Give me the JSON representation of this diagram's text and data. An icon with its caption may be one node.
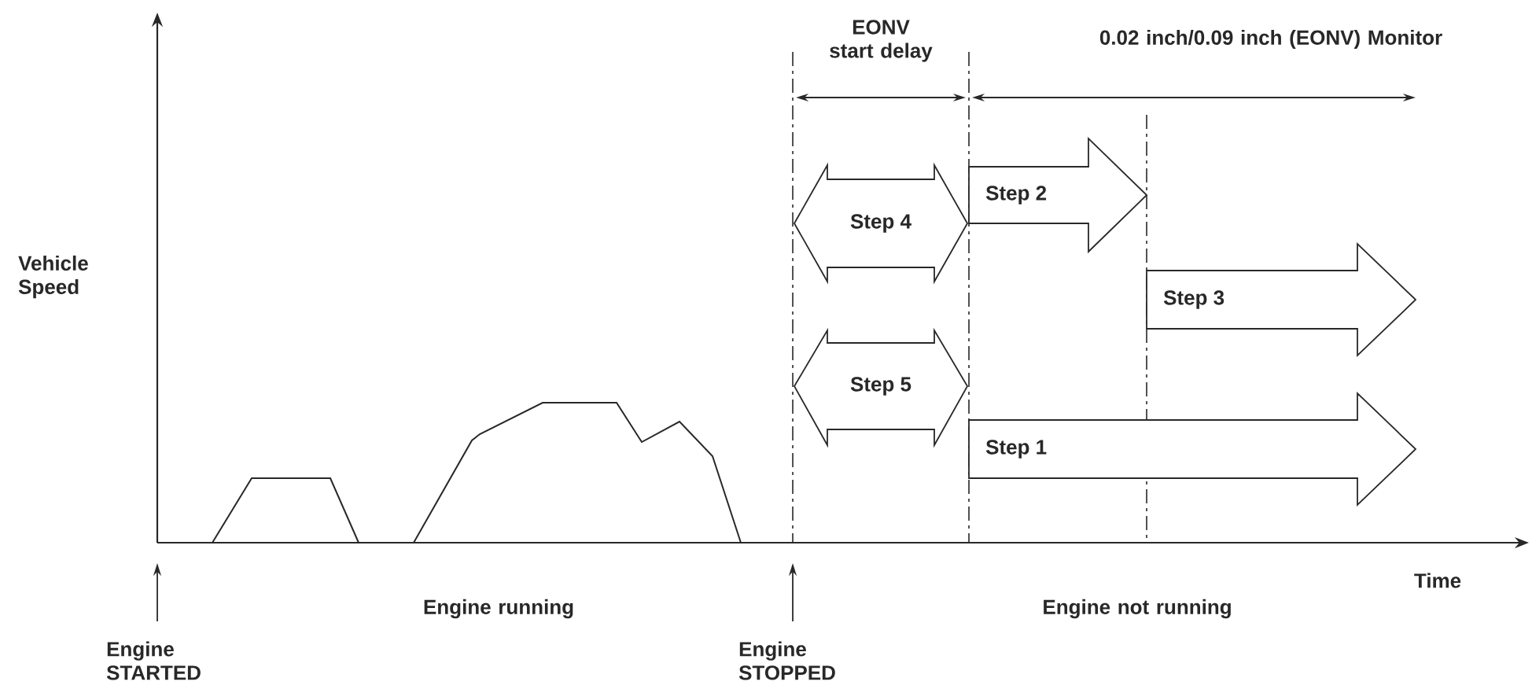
{
  "diagram": {
    "nodes": [
      {
        "text": [
          "Step 4"
        ]
      },
      {
        "text": [
          "Step 2"
        ]
      },
      {
        "text": [
          "Step 3"
        ]
      },
      {
        "text": [
          "Step 5"
        ]
      },
      {
        "text": [
          "Step 1"
        ]
      }
    ],
    "labels": [
      "EONV start delay",
      "0.02 inch/0.09 inch (EONV) Monitor",
      "Vehicle Speed",
      "Time",
      "Engine running",
      "Engine not running",
      "Engine STARTED",
      "Engine STOPPED"
    ]
  }
}
